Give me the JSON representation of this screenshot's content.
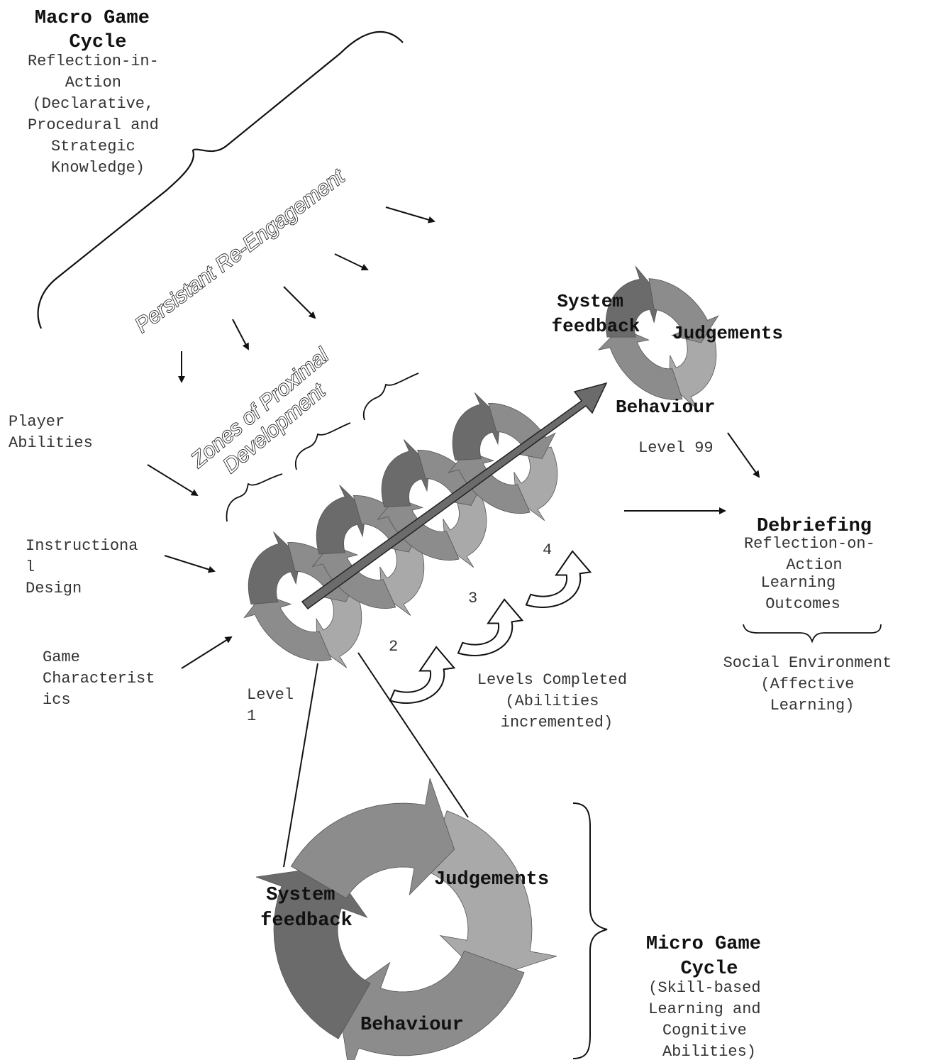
{
  "macro_cycle": {
    "title": [
      "Macro Game",
      "Cycle"
    ],
    "subtitle": [
      "Reflection-in-",
      "Action",
      "(Declarative,",
      "Procedural and",
      "Strategic",
      "Knowledge)"
    ]
  },
  "persistent_label": "Persistant Re-Engagement",
  "zones_label": [
    "Zones of Proximal",
    "Development"
  ],
  "inputs": {
    "player": [
      "Player",
      "Abilities"
    ],
    "instructional": [
      "Instructiona",
      "l",
      "Design"
    ],
    "game": [
      "Game",
      "Characterist",
      "ics"
    ]
  },
  "levels": {
    "level1": [
      "Level",
      "1"
    ],
    "n2": "2",
    "n3": "3",
    "n4": "4",
    "level99": "Level 99",
    "completed": [
      "Levels Completed",
      "(Abilities",
      "incremented)"
    ]
  },
  "top_cycle": {
    "feedback": [
      "System",
      "feedback"
    ],
    "judgements": "Judgements",
    "behaviour": "Behaviour"
  },
  "debriefing": {
    "title": "Debriefing",
    "reflection": [
      "Reflection-on-",
      "Action"
    ],
    "outcomes": [
      "Learning",
      "Outcomes"
    ],
    "social": [
      "Social Environment",
      "(Affective",
      "Learning)"
    ]
  },
  "micro_cycle": {
    "feedback": [
      "System",
      "feedback"
    ],
    "judgements": "Judgements",
    "behaviour": "Behaviour",
    "title": [
      "Micro Game",
      "Cycle"
    ],
    "subtitle": [
      "(Skill-based",
      "Learning and",
      "Cognitive",
      "Abilities)"
    ]
  },
  "colors": {
    "light": "#a9a9a9",
    "mid": "#8c8c8c",
    "dark": "#6b6b6b",
    "line": "#111111"
  }
}
